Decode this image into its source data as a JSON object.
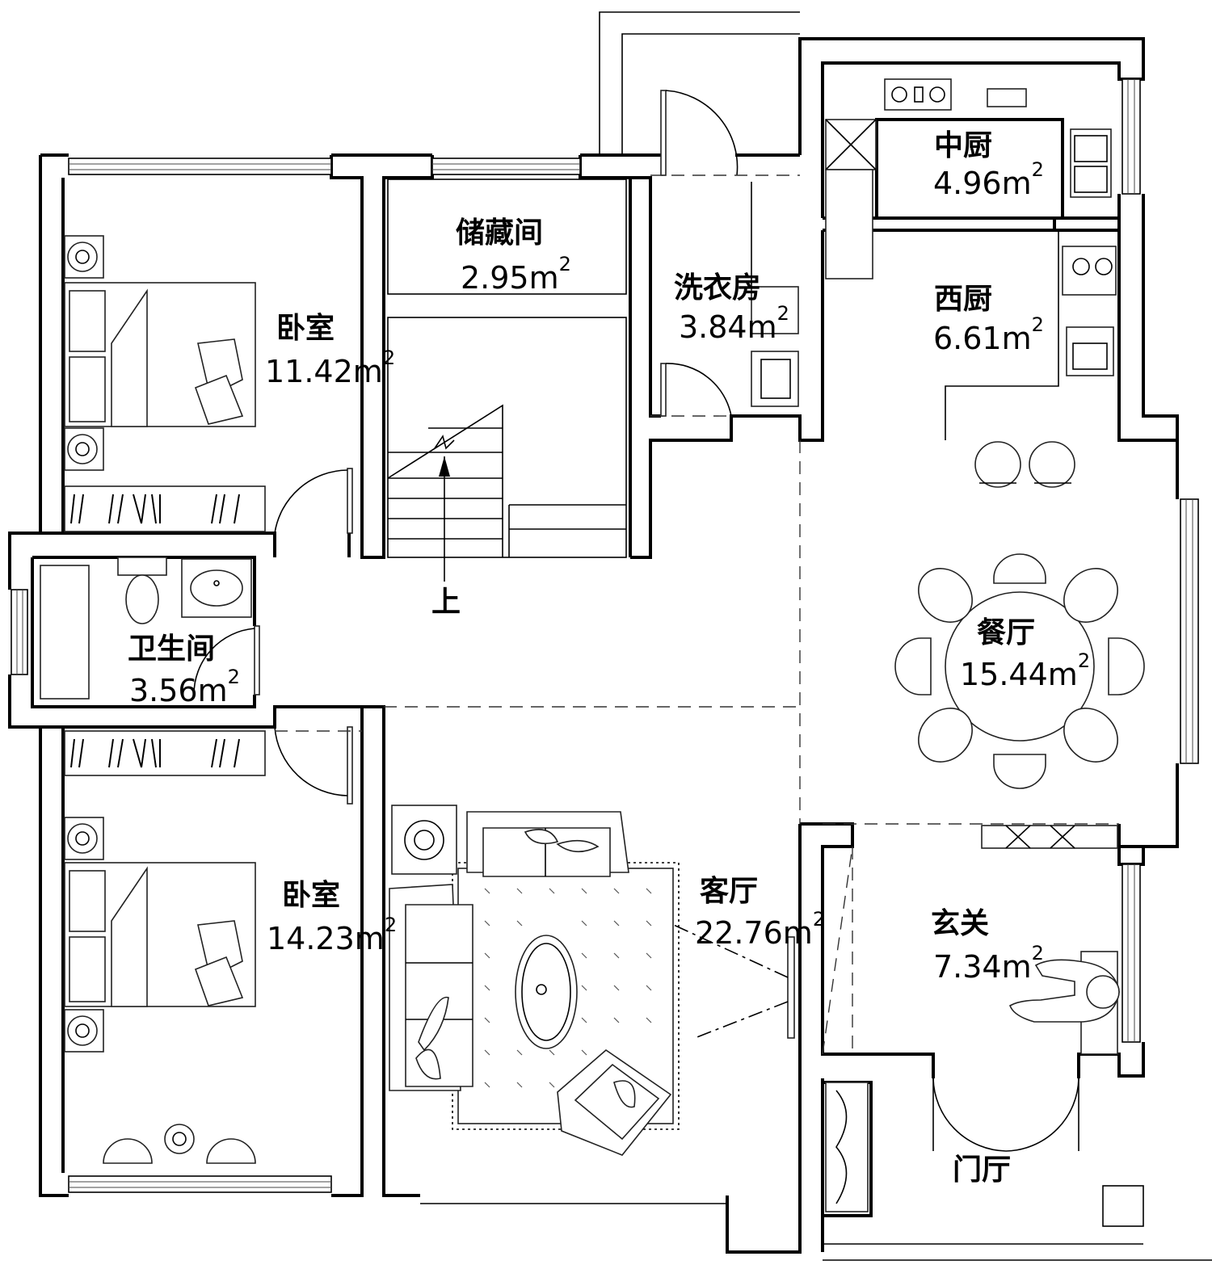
{
  "plan": {
    "stairs_label": "上",
    "rooms": {
      "storage": {
        "name": "储藏间",
        "area": "2.95m",
        "sup": "2"
      },
      "laundry": {
        "name": "洗衣房",
        "area": "3.84m",
        "sup": "2"
      },
      "chinese_kitchen": {
        "name": "中厨",
        "area": "4.96m",
        "sup": "2"
      },
      "western_kitchen": {
        "name": "西厨",
        "area": "6.61m",
        "sup": "2"
      },
      "bedroom_1": {
        "name": "卧室",
        "area": "11.42m",
        "sup": "2"
      },
      "bathroom": {
        "name": "卫生间",
        "area": "3.56m",
        "sup": "2"
      },
      "dining": {
        "name": "餐厅",
        "area": "15.44m",
        "sup": "2"
      },
      "bedroom_2": {
        "name": "卧室",
        "area": "14.23m",
        "sup": "2"
      },
      "living": {
        "name": "客厅",
        "area": "22.76m",
        "sup": "2"
      },
      "foyer": {
        "name": "玄关",
        "area": "7.34m",
        "sup": "2"
      },
      "entrance_hall": {
        "name": "门厅"
      }
    }
  }
}
